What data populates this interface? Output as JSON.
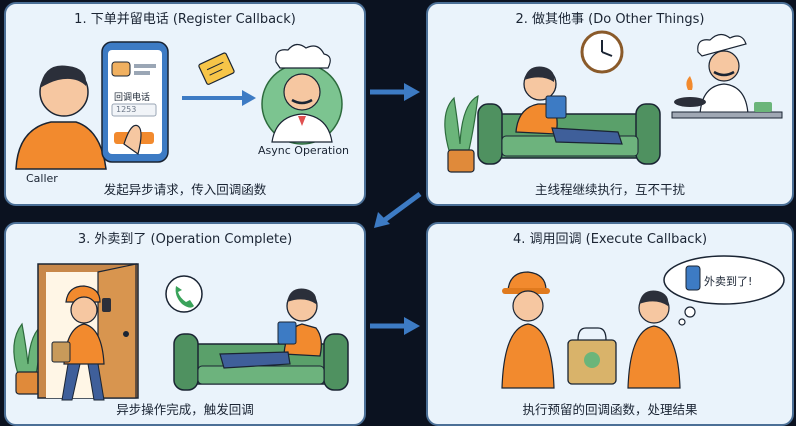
{
  "panels": [
    {
      "title": "1. 下单并留电话 (Register Callback)",
      "caption": "发起异步请求，传入回调函数",
      "labels": {
        "caller": "Caller",
        "async_op": "Async Operation",
        "phone_label": "回调电话",
        "phone_number": "1253"
      }
    },
    {
      "title": "2. 做其他事 (Do Other Things)",
      "caption": "主线程继续执行，互不干扰"
    },
    {
      "title": "3. 外卖到了 (Operation Complete)",
      "caption": "异步操作完成，触发回调"
    },
    {
      "title": "4. 调用回调 (Execute Callback)",
      "caption": "执行预留的回调函数，处理结果",
      "labels": {
        "bubble": "外卖到了!"
      }
    }
  ],
  "colors": {
    "panel_bg": "#eaf3fb",
    "panel_border": "#4b6f96",
    "arrow": "#3d7bc4",
    "shirt_orange": "#f28a2e",
    "sofa_green": "#5aa06a"
  }
}
